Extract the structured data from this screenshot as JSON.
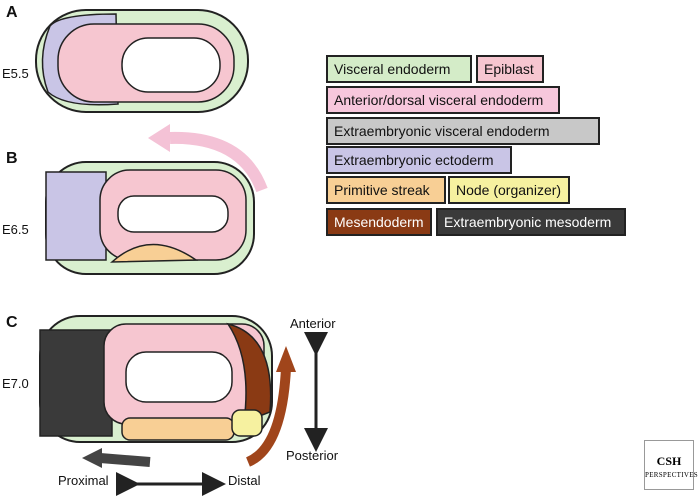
{
  "panels": [
    {
      "letter": "A",
      "stage": "E5.5"
    },
    {
      "letter": "B",
      "stage": "E6.5"
    },
    {
      "letter": "C",
      "stage": "E7.0"
    }
  ],
  "legend": {
    "visceral_endoderm": "Visceral endoderm",
    "epiblast": "Epiblast",
    "ave": "Anterior/dorsal visceral endoderm",
    "exve": "Extraembryonic visceral endoderm",
    "exe": "Extraembryonic ectoderm",
    "primitive_streak": "Primitive streak",
    "node": "Node (organizer)",
    "mesendoderm": "Mesendoderm",
    "exm": "Extraembryonic mesoderm"
  },
  "axes": {
    "anterior": "Anterior",
    "posterior": "Posterior",
    "proximal": "Proximal",
    "distal": "Distal"
  },
  "logo": {
    "text": "CSH",
    "subtext": "PERSPECTIVES"
  },
  "colors": {
    "visceral_endoderm": "#d4ecc8",
    "epiblast": "#f6c6d0",
    "ave": "#f7c7dc",
    "exve": "#c8c8c8",
    "exe": "#c9c5e6",
    "primitive_streak": "#f8cf95",
    "node": "#f6f1a0",
    "mesendoderm": "#8a3a14",
    "exm": "#3a3a3a",
    "migration_arrow": "#f4c2d6",
    "mesendoderm_arrow": "#a0451b",
    "proximal_arrow": "#444444"
  }
}
